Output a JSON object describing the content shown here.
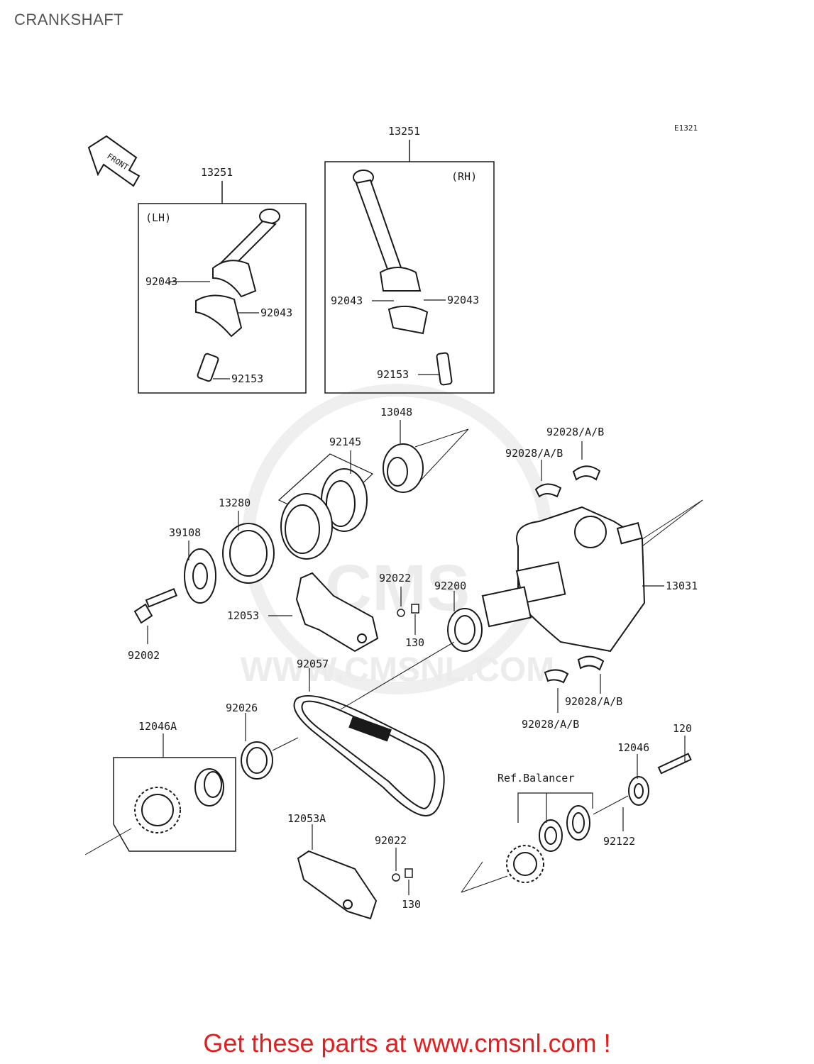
{
  "title": "CRANKSHAFT",
  "diagram_code": "E1321",
  "front_label": "FRONT",
  "watermark": {
    "text": "WWW.CMSNL.COM",
    "logo_text": "CMS"
  },
  "groups": {
    "lh_label": "(LH)",
    "rh_label": "(RH)",
    "ref_label": "Ref.Balancer"
  },
  "parts": {
    "p13251_lh": "13251",
    "p13251_rh": "13251",
    "p92043_lh_a": "92043",
    "p92043_lh_b": "92043",
    "p92153_lh": "92153",
    "p92043_rh_a": "92043",
    "p92043_rh_b": "92043",
    "p92153_rh": "92153",
    "p13048": "13048",
    "p92145": "92145",
    "p13280": "13280",
    "p39108": "39108",
    "p92002": "92002",
    "p12053": "12053",
    "p92022_a": "92022",
    "p130_a": "130",
    "p92200": "92200",
    "p92028_1": "92028/A/B",
    "p92028_2": "92028/A/B",
    "p13031": "13031",
    "p92028_3": "92028/A/B",
    "p92028_4": "92028/A/B",
    "p92057": "92057",
    "p92026": "92026",
    "p12046A": "12046A",
    "p12053A": "12053A",
    "p92022_b": "92022",
    "p130_b": "130",
    "p120": "120",
    "p12046": "12046",
    "p92122": "92122"
  },
  "footer": {
    "text": "Get these parts at www.cmsnl.com !"
  },
  "colors": {
    "line": "#1a1a1a",
    "footer": "#e02020",
    "title": "#555555"
  }
}
